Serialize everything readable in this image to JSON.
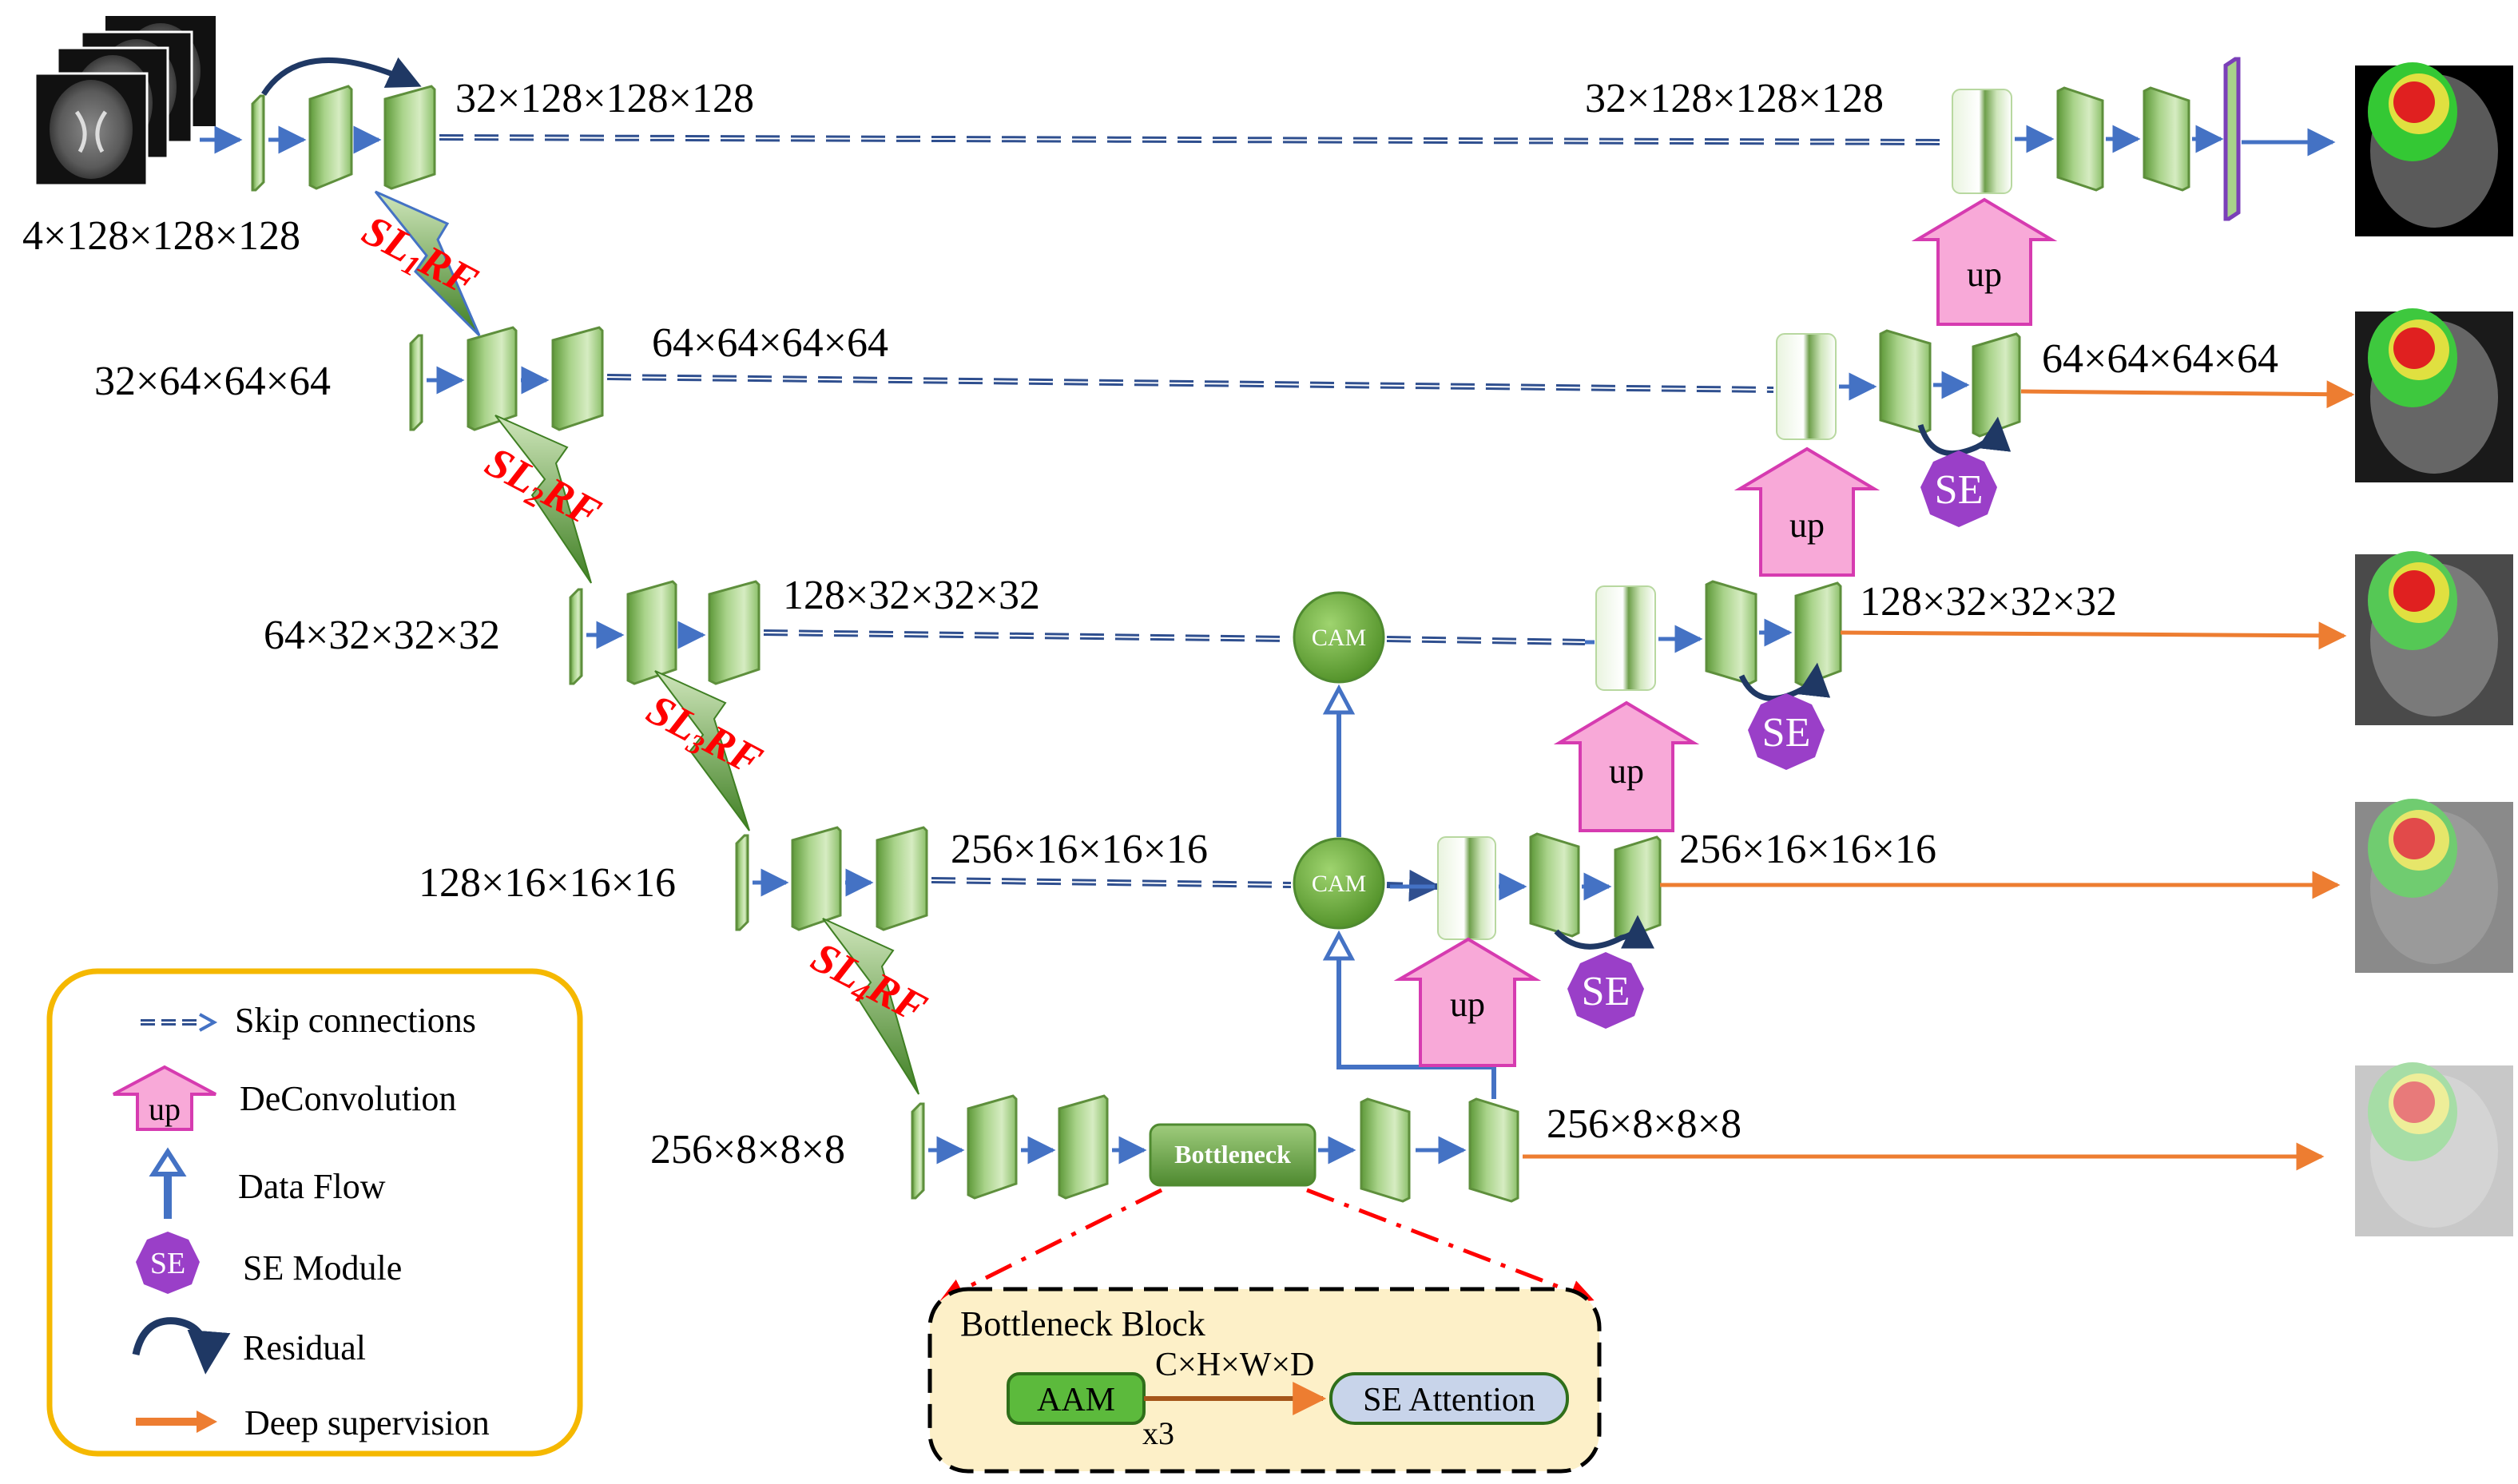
{
  "input_label": "4×128×128×128",
  "encoder_dims": [
    "32×64×64×64",
    "64×32×32×32",
    "128×16×16×16",
    "256×8×8×8"
  ],
  "skip_dims": [
    "32×128×128×128",
    "64×64×64×64",
    "128×32×32×32",
    "256×16×16×16"
  ],
  "decoder_top_dim": "32×128×128×128",
  "decoder_dims": [
    "64×64×64×64",
    "128×32×32×32",
    "256×16×16×16",
    "256×8×8×8"
  ],
  "slrf_labels": [
    {
      "prefix": "SL",
      "sub": "1",
      "suffix": "RF"
    },
    {
      "prefix": "SL",
      "sub": "2",
      "suffix": "RF"
    },
    {
      "prefix": "SL",
      "sub": "3",
      "suffix": "RF"
    },
    {
      "prefix": "SL",
      "sub": "4",
      "suffix": "RF"
    }
  ],
  "cam_label": "CAM",
  "up_label": "up",
  "se_label": "SE",
  "bottleneck_label": "Bottleneck",
  "bottleneck_block": {
    "title": "Bottleneck Block",
    "dim": "C×H×W×D",
    "aam": "AAM",
    "repeat": "x3",
    "se_attention": "SE Attention"
  },
  "legend": {
    "items": [
      {
        "icon": "skip-connection-icon",
        "label": "Skip connections"
      },
      {
        "icon": "deconvolution-icon",
        "label": "DeConvolution",
        "icon_text": "up"
      },
      {
        "icon": "data-flow-icon",
        "label": "Data Flow"
      },
      {
        "icon": "se-module-icon",
        "label": "SE Module",
        "icon_text": "SE"
      },
      {
        "icon": "residual-icon",
        "label": "Residual"
      },
      {
        "icon": "deep-supervision-icon",
        "label": "Deep supervision"
      }
    ]
  },
  "colors": {
    "block_fill": "#a9d38a",
    "block_edge": "#5e8f3c",
    "cam_fill": "#6aaa3c",
    "skip_line": "#2f4f8f",
    "flow_arrow": "#4472c4",
    "deep_supervision": "#ed7d31",
    "up_fill": "#f8a9d8",
    "up_edge": "#d63bb0",
    "se_fill": "#9a3fc8",
    "slrf_text": "#ff0000",
    "legend_border": "#f5b800",
    "bottleneck_bg": "#fdf0c8"
  }
}
